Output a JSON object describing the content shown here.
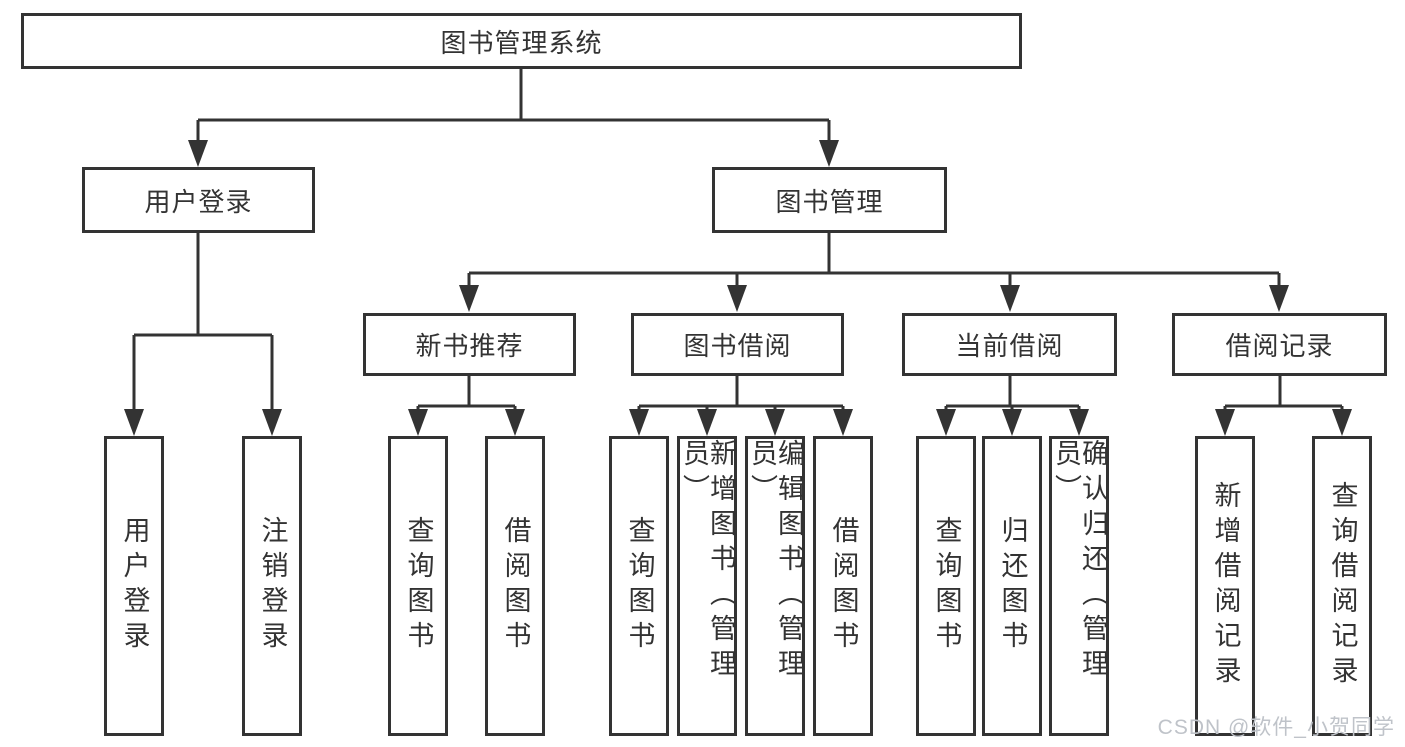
{
  "tree": {
    "label": "图书管理系统",
    "children": [
      {
        "label": "用户登录",
        "children": [
          {
            "label": "用户登录"
          },
          {
            "label": "注销登录"
          }
        ]
      },
      {
        "label": "图书管理",
        "children": [
          {
            "label": "新书推荐",
            "children": [
              {
                "label": "查询图书"
              },
              {
                "label": "借阅图书"
              }
            ]
          },
          {
            "label": "图书借阅",
            "children": [
              {
                "label": "查询图书"
              },
              {
                "label": "新增图书（管理员）"
              },
              {
                "label": "编辑图书（管理员）"
              },
              {
                "label": "借阅图书"
              }
            ]
          },
          {
            "label": "当前借阅",
            "children": [
              {
                "label": "查询图书"
              },
              {
                "label": "归还图书"
              },
              {
                "label": "确认归还（管理员）"
              }
            ]
          },
          {
            "label": "借阅记录",
            "children": [
              {
                "label": "新增借阅记录"
              },
              {
                "label": "查询借阅记录"
              }
            ]
          }
        ]
      }
    ]
  },
  "watermark": {
    "text": "CSDN @软件_小贺同学"
  },
  "colors": {
    "line": "#333333",
    "box_border": "#333333",
    "box_fill": "#ffffff",
    "text": "#333333",
    "watermark": "#bfc3c9",
    "background": "#ffffff"
  }
}
